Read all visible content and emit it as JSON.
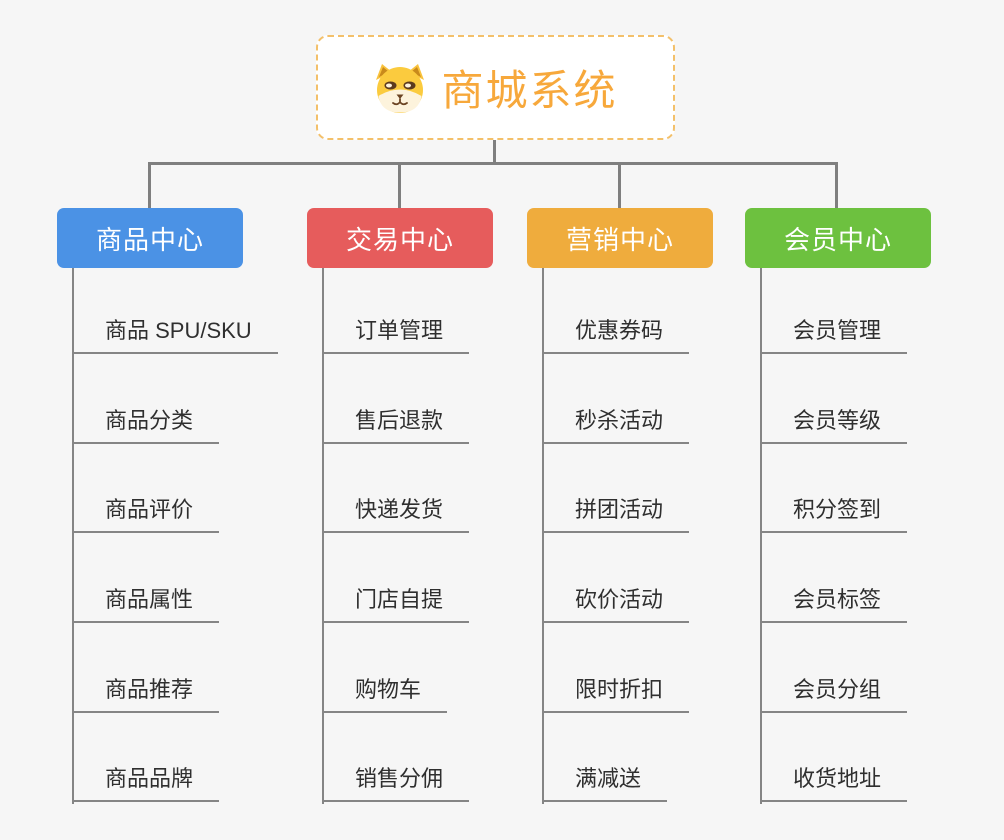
{
  "root": {
    "title": "商城系统",
    "icon": "dog-face-icon",
    "title_color": "#f7a83b",
    "border_color": "#f3c06a"
  },
  "connector_color": "#7f7f7f",
  "branches": [
    {
      "label": "商品中心",
      "color": "#4b92e5",
      "children": [
        "商品 SPU/SKU",
        "商品分类",
        "商品评价",
        "商品属性",
        "商品推荐",
        "商品品牌"
      ]
    },
    {
      "label": "交易中心",
      "color": "#e65c5c",
      "children": [
        "订单管理",
        "售后退款",
        "快递发货",
        "门店自提",
        "购物车",
        "销售分佣"
      ]
    },
    {
      "label": "营销中心",
      "color": "#efac3d",
      "children": [
        "优惠券码",
        "秒杀活动",
        "拼团活动",
        "砍价活动",
        "限时折扣",
        "满减送"
      ]
    },
    {
      "label": "会员中心",
      "color": "#6dc13f",
      "children": [
        "会员管理",
        "会员等级",
        "积分签到",
        "会员标签",
        "会员分组",
        "收货地址"
      ]
    }
  ]
}
